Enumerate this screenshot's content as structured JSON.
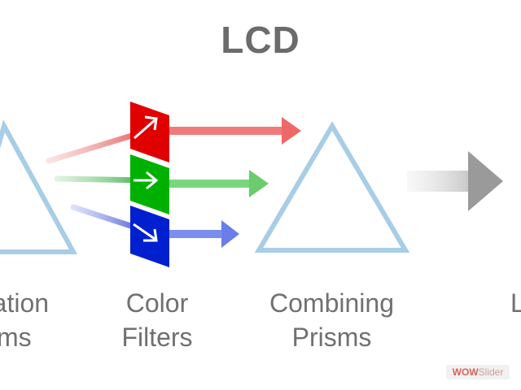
{
  "diagram": {
    "title": "LCD",
    "labels": {
      "separation_line1": "ration",
      "separation_line2": "sms",
      "filters_line1": "Color",
      "filters_line2": "Filters",
      "combining_line1": "Combining",
      "combining_line2": "Prisms",
      "lcd_partial": "L"
    },
    "colors": {
      "prism_outline": "#a8cde6",
      "title_text": "#6b6b6b",
      "label_text": "#707070",
      "red": "#e00000",
      "green": "#00b000",
      "blue": "#0020d0",
      "output_arrow": "#9a9a9a"
    },
    "icons": [
      "separation-prism",
      "red-filter",
      "green-filter",
      "blue-filter",
      "combining-prism",
      "output-arrow"
    ]
  },
  "watermark": {
    "part1": "WOW",
    "part2": "Slider"
  }
}
